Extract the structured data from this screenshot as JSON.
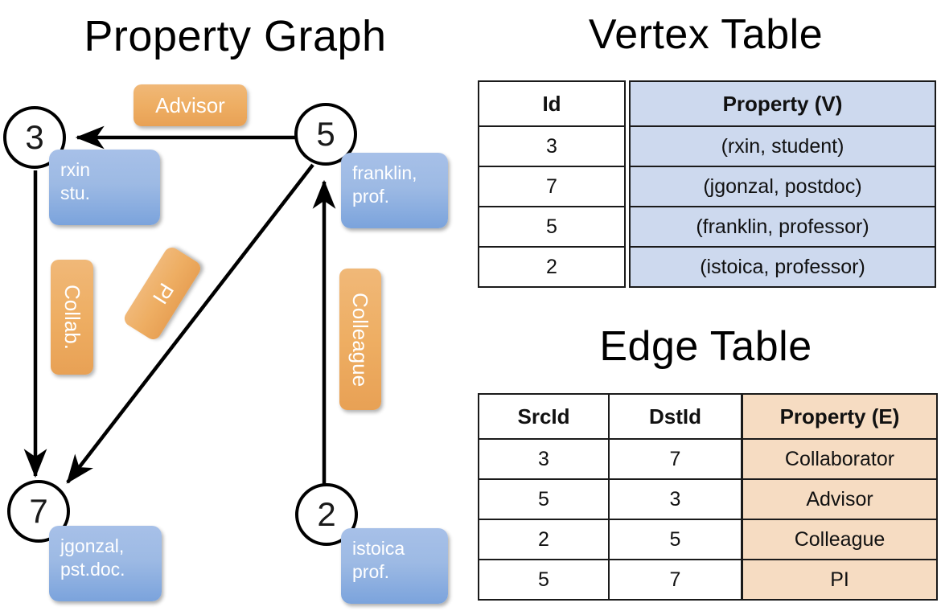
{
  "titles": {
    "property_graph": "Property Graph",
    "vertex_table": "Vertex Table",
    "edge_table": "Edge Table"
  },
  "graph": {
    "nodes": [
      {
        "id": "3",
        "label": "3",
        "property_lines": [
          "rxin",
          "stu."
        ]
      },
      {
        "id": "5",
        "label": "5",
        "property_lines": [
          "franklin,",
          "prof."
        ]
      },
      {
        "id": "7",
        "label": "7",
        "property_lines": [
          "jgonzal,",
          "pst.doc."
        ]
      },
      {
        "id": "2",
        "label": "2",
        "property_lines": [
          "istoica",
          "prof."
        ]
      }
    ],
    "edge_labels": [
      {
        "name": "advisor",
        "text": "Advisor",
        "rotation": 0
      },
      {
        "name": "collab",
        "text": "Collab.",
        "rotation": 90
      },
      {
        "name": "pi",
        "text": "PI",
        "rotation": 122
      },
      {
        "name": "colleague",
        "text": "Colleague",
        "rotation": 90
      }
    ],
    "edges": [
      {
        "src": "5",
        "dst": "3",
        "label": "Advisor"
      },
      {
        "src": "3",
        "dst": "7",
        "label": "Collab."
      },
      {
        "src": "5",
        "dst": "7",
        "label": "PI"
      },
      {
        "src": "2",
        "dst": "5",
        "label": "Colleague"
      }
    ]
  },
  "vertex_table": {
    "headers": [
      "Id",
      "Property (V)"
    ],
    "rows": [
      {
        "id": "3",
        "property": "(rxin, student)"
      },
      {
        "id": "7",
        "property": "(jgonzal, postdoc)"
      },
      {
        "id": "5",
        "property": "(franklin, professor)"
      },
      {
        "id": "2",
        "property": "(istoica, professor)"
      }
    ]
  },
  "edge_table": {
    "headers": [
      "SrcId",
      "DstId",
      "Property (E)"
    ],
    "rows": [
      {
        "src": "3",
        "dst": "7",
        "property": "Collaborator"
      },
      {
        "src": "5",
        "dst": "3",
        "property": "Advisor"
      },
      {
        "src": "2",
        "dst": "5",
        "property": "Colleague"
      },
      {
        "src": "5",
        "dst": "7",
        "property": "PI"
      }
    ]
  },
  "colors": {
    "vertex_property_fill": "#cdd9ee",
    "edge_property_fill": "#f6dcc2",
    "node_property_box": "#93b2e2",
    "edge_label_box": "#eeae63",
    "stroke": "#000000",
    "background": "#ffffff"
  }
}
